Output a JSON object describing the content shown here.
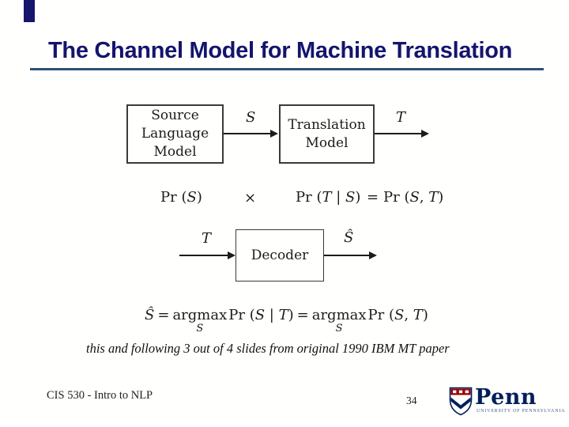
{
  "slide": {
    "title": "The Channel Model for Machine Translation",
    "credit_line": "this and following 3 out of 4 slides from original 1990 IBM MT paper",
    "footer": {
      "course": "CIS 530 - Intro to NLP",
      "page_number": "34"
    },
    "logo": {
      "name": "penn-logo",
      "wordmark": "Penn",
      "subtext": "University of Pennsylvania",
      "shield_red": "#990000",
      "penn_blue": "#011F5B"
    },
    "colors": {
      "title_text": "#14146E",
      "title_rule": "#2B5273",
      "accent_bar": "#16166B"
    }
  },
  "diagram_channel": {
    "source_box_lines": [
      "Source",
      "Language",
      "Model"
    ],
    "arrow1_label": "S",
    "translation_box_lines": [
      "Translation",
      "Model"
    ],
    "arrow2_label": "T"
  },
  "equation_probabilities": {
    "pr_s": [
      "Pr (",
      "S",
      ")"
    ],
    "times": "×",
    "pr_t_given_s": [
      "Pr (",
      "T",
      " | ",
      "S",
      ")"
    ],
    "equals": "=",
    "pr_s_t": [
      "Pr (",
      "S",
      ", ",
      "T",
      ")"
    ]
  },
  "diagram_decoder": {
    "in_label": "T",
    "box_label": "Decoder",
    "out_label": "Ŝ"
  },
  "equation_argmax": {
    "lhs": "Ŝ",
    "eq1": "=",
    "argmax1": "argmax",
    "under1": "S",
    "pr1": [
      "Pr (",
      "S",
      " | ",
      "T",
      ")"
    ],
    "eq2": "=",
    "argmax2": "argmax",
    "under2": "S",
    "pr2": [
      "Pr (",
      "S",
      ", ",
      "T",
      ")"
    ]
  }
}
